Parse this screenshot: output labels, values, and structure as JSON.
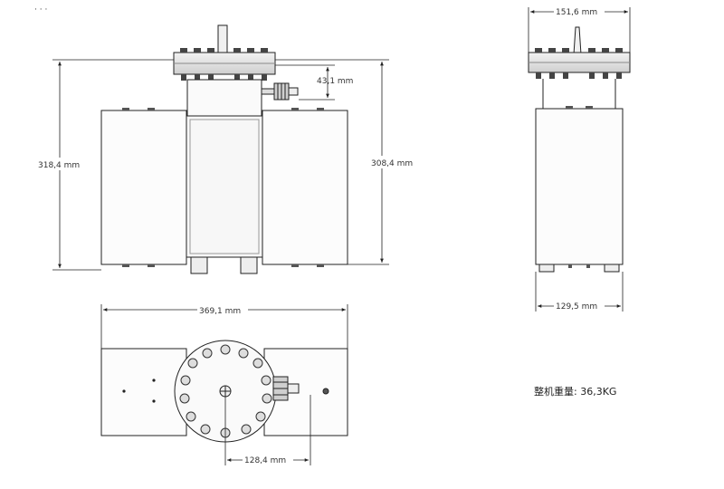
{
  "corner_mark": "· · ·",
  "dimensions": {
    "front_total_height": "318,4  mm",
    "front_body_height": "308,4  mm",
    "front_flange_height": "43,1  mm",
    "side_top_width": "151,6  mm",
    "side_bottom_width": "129,5  mm",
    "top_total_width": "369,1  mm",
    "top_offset_width": "128,4  mm"
  },
  "weight_label": "整机重量: 36,3KG"
}
